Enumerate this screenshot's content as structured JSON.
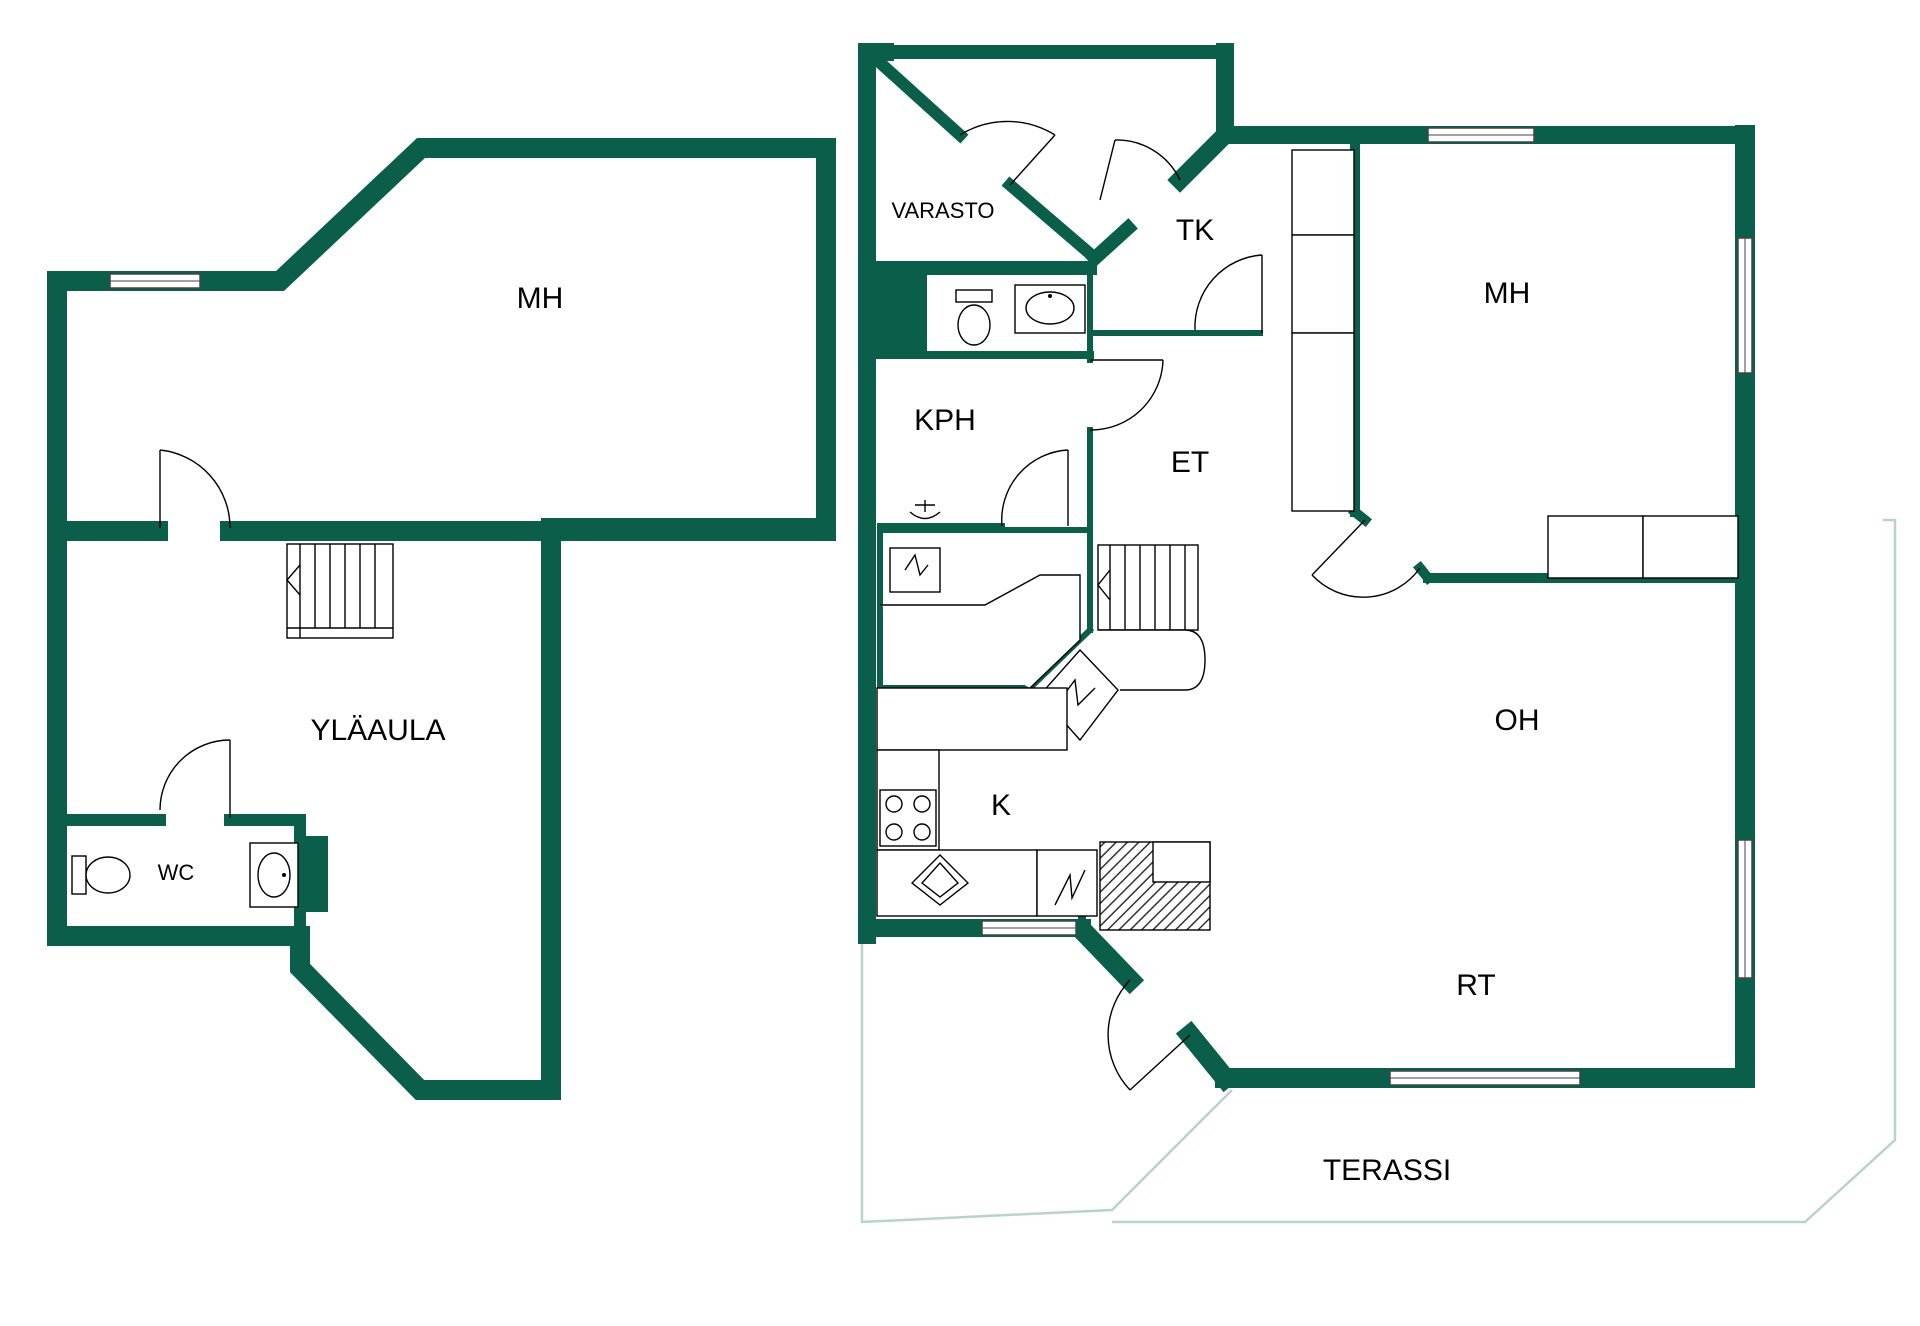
{
  "colors": {
    "wall": "#0b5e4a",
    "terrace": "#b9d3cc",
    "ink": "#000000"
  },
  "upper_floor": {
    "rooms": {
      "mh": "MH",
      "ylaaula": "YLÄAULA",
      "wc": "WC"
    }
  },
  "main_floor": {
    "rooms": {
      "varasto": "VARASTO",
      "tk": "TK",
      "mh": "MH",
      "kph": "KPH",
      "et": "ET",
      "oh": "OH",
      "k": "K",
      "rt": "RT",
      "terassi": "TERASSI"
    }
  },
  "icons": [
    "door-swing-icon",
    "window-icon",
    "stair-icon",
    "toilet-icon",
    "sink-icon",
    "stove-icon",
    "fireplace-icon",
    "electric-icon"
  ]
}
